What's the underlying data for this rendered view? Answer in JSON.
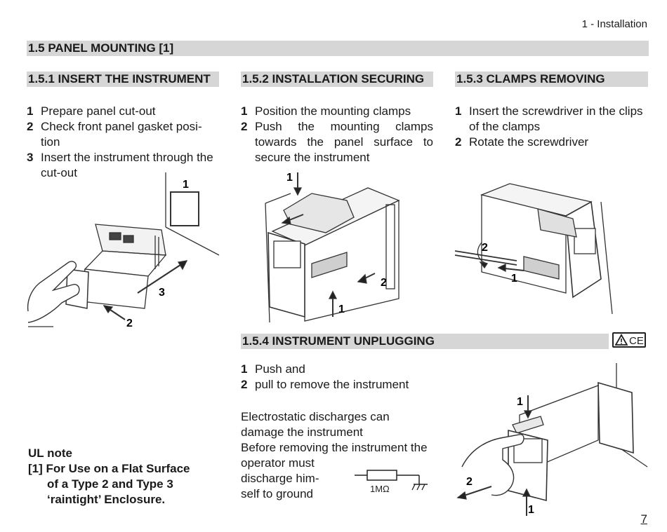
{
  "header": {
    "section": "1 - Installation"
  },
  "title": "1.5  PANEL MOUNTING [1]",
  "sections": [
    {
      "heading": "1.5.1  INSERT THE INSTRUMENT",
      "steps": [
        {
          "num": "1",
          "text": "Prepare panel cut-out"
        },
        {
          "num": "2",
          "text": "Check front panel gasket posi-tion"
        },
        {
          "num": "3",
          "text": "Insert the instrument through the cut-out"
        }
      ],
      "callouts": [
        "1",
        "2",
        "3"
      ]
    },
    {
      "heading": "1.5.2  INSTALLATION SECURING",
      "steps": [
        {
          "num": "1",
          "text": "Position the mounting clamps"
        },
        {
          "num": "2",
          "text": "Push the mounting clamps towards the panel surface to secure the instrument"
        }
      ],
      "callouts": [
        "1",
        "2",
        "1"
      ]
    },
    {
      "heading": "1.5.3  CLAMPS REMOVING",
      "steps": [
        {
          "num": "1",
          "text": "Insert the screwdriver in the clips of the clamps"
        },
        {
          "num": "2",
          "text": "Rotate the screwdriver"
        }
      ],
      "callouts": [
        "2",
        "1"
      ]
    },
    {
      "heading": "1.5.4  INSTRUMENT UNPLUGGING",
      "steps": [
        {
          "num": "1",
          "text": "Push and"
        },
        {
          "num": "2",
          "text": "pull to remove the instrument"
        }
      ],
      "callouts": [
        "1",
        "2",
        "1"
      ],
      "warning_lines": [
        "Electrostatic discharges can",
        "damage the instrument",
        "Before removing the instrument the",
        "operator must",
        "discharge him-",
        "self to ground"
      ],
      "resistor_label": "1MΩ",
      "marks": "CE"
    }
  ],
  "ul_note": {
    "title": "UL note",
    "lines": [
      "[1] For Use on a Flat Surface",
      "of a Type 2 and Type 3",
      "‘raintight’ Enclosure."
    ]
  },
  "page_number": "7"
}
